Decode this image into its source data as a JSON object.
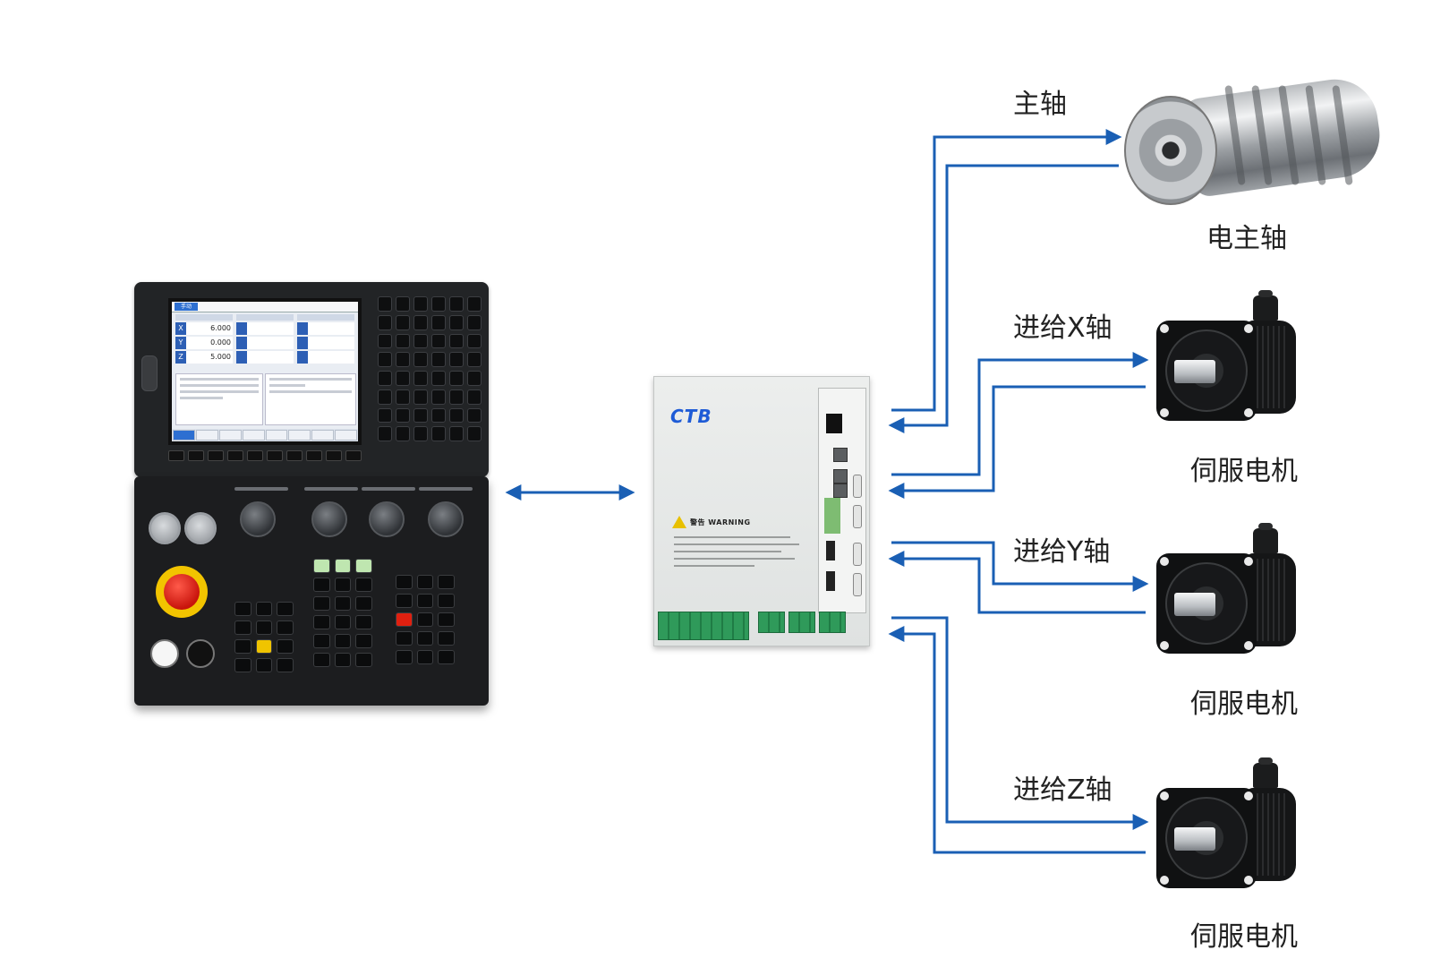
{
  "labels": {
    "spindle_axis": "主轴",
    "spindle_device": "电主轴",
    "feed_x": "进给X轴",
    "feed_y": "进给Y轴",
    "feed_z": "进给Z轴",
    "servo_motor": "伺服电机"
  },
  "drive": {
    "brand": "CTB",
    "warning": "警告  WARNING"
  },
  "controller_screen": {
    "mode": "手动",
    "axes": [
      {
        "axis": "X",
        "value": "6.000"
      },
      {
        "axis": "Y",
        "value": "0.000"
      },
      {
        "axis": "Z",
        "value": "5.000"
      }
    ]
  },
  "colors": {
    "wire": "#1a5fb4",
    "brand": "#1e5bd6"
  }
}
